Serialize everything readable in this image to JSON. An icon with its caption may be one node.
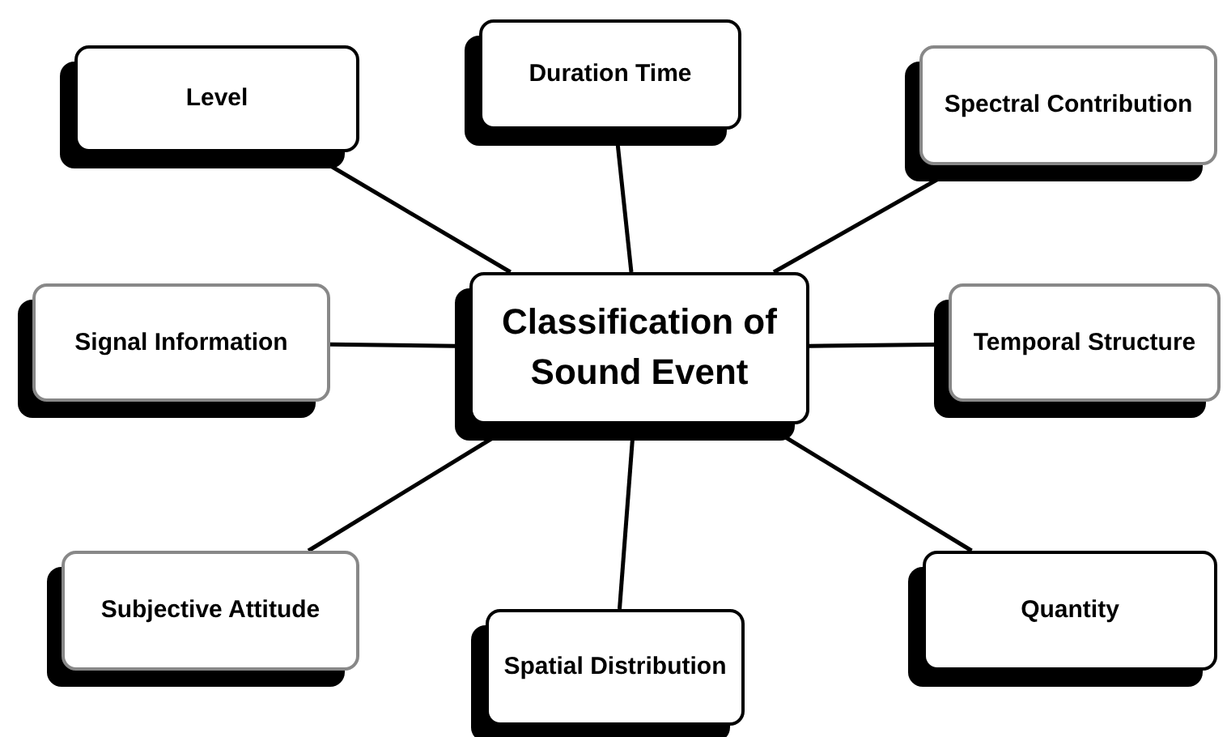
{
  "diagram": {
    "nodes": [
      {
        "text": [
          "Level"
        ]
      },
      {
        "text": [
          "Duration Time"
        ]
      },
      {
        "text": [
          "Spectral Contribution"
        ]
      },
      {
        "text": [
          "Signal Information"
        ]
      },
      {
        "text": [
          "Classification of Sound Event"
        ]
      },
      {
        "text": [
          "Temporal Structure"
        ]
      },
      {
        "text": [
          "Subjective Attitude"
        ]
      },
      {
        "text": [
          "Spatial Distribution"
        ]
      },
      {
        "text": [
          "Quantity"
        ]
      }
    ],
    "edges": [
      {
        "from": 4,
        "to": 0,
        "arrow": "none"
      },
      {
        "from": 4,
        "to": 1,
        "arrow": "none"
      },
      {
        "from": 4,
        "to": 2,
        "arrow": "none"
      },
      {
        "from": 4,
        "to": 3,
        "arrow": "none"
      },
      {
        "from": 4,
        "to": 5,
        "arrow": "none"
      },
      {
        "from": 4,
        "to": 6,
        "arrow": "none"
      },
      {
        "from": 4,
        "to": 7,
        "arrow": "none"
      },
      {
        "from": 4,
        "to": 8,
        "arrow": "none"
      }
    ]
  }
}
